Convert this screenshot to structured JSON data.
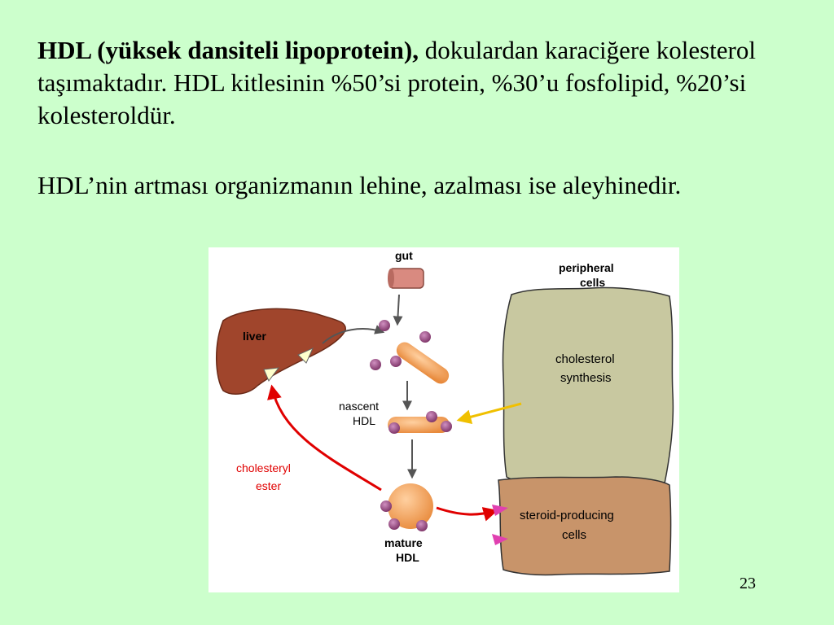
{
  "slide": {
    "para1": {
      "bold": "HDL (yüksek dansiteli lipoprotein),",
      "rest": " dokulardan karaciğere kolesterol taşımaktadır. HDL kitlesinin %50’si protein, %30’u fosfolipid, %20’si kolesteroldür."
    },
    "para2": "HDL’nin artması organizmanın lehine, azalması ise aleyhinedir.",
    "page_number": "23"
  },
  "diagram": {
    "labels": {
      "gut": "gut",
      "peripheral_line1": "peripheral",
      "peripheral_line2": "cells",
      "liver": "liver",
      "synthesis_line1": "cholesterol",
      "synthesis_line2": "synthesis",
      "nascent_line1": "nascent",
      "nascent_line2": "HDL",
      "ester_line1": "cholesteryl",
      "ester_line2": "ester",
      "mature_line1": "mature",
      "mature_line2": "HDL",
      "steroid_line1": "steroid-producing",
      "steroid_line2": "cells"
    },
    "colors": {
      "liver": "#a0452c",
      "peripheral_cells": "#c8c8a0",
      "steroid_cells": "#c8946a",
      "hdl_particle": "#f0a060",
      "apoprotein": "#9a5080",
      "ester_arrow": "#e00000",
      "synthesis_arrow": "#f0c000",
      "receptor": "#e040b0",
      "ester_label": "#e00000"
    }
  }
}
